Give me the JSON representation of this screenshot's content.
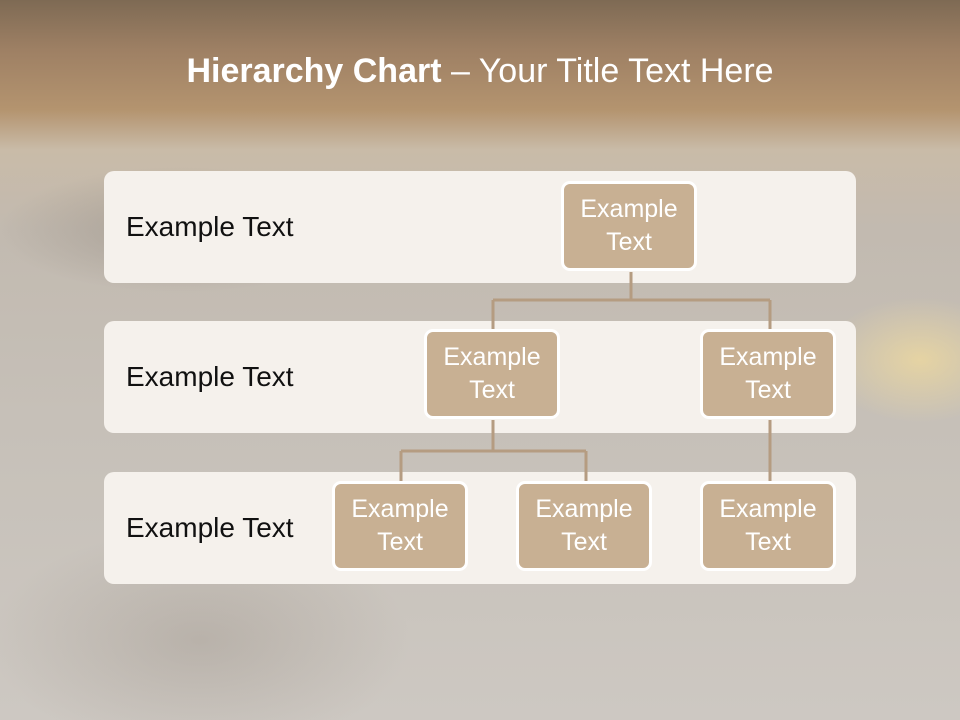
{
  "slide": {
    "title_bold": "Hierarchy Chart",
    "title_rest": " – Your Title Text Here"
  },
  "rows": [
    {
      "label": "Example Text"
    },
    {
      "label": "Example Text"
    },
    {
      "label": "Example Text"
    }
  ],
  "nodes": {
    "root": "Example Text",
    "level2": [
      "Example Text",
      "Example Text"
    ],
    "level3": [
      "Example Text",
      "Example Text",
      "Example Text"
    ]
  },
  "colors": {
    "node_fill": "#c8b093",
    "connector": "#b59c81",
    "band": "#f5f1ec"
  }
}
